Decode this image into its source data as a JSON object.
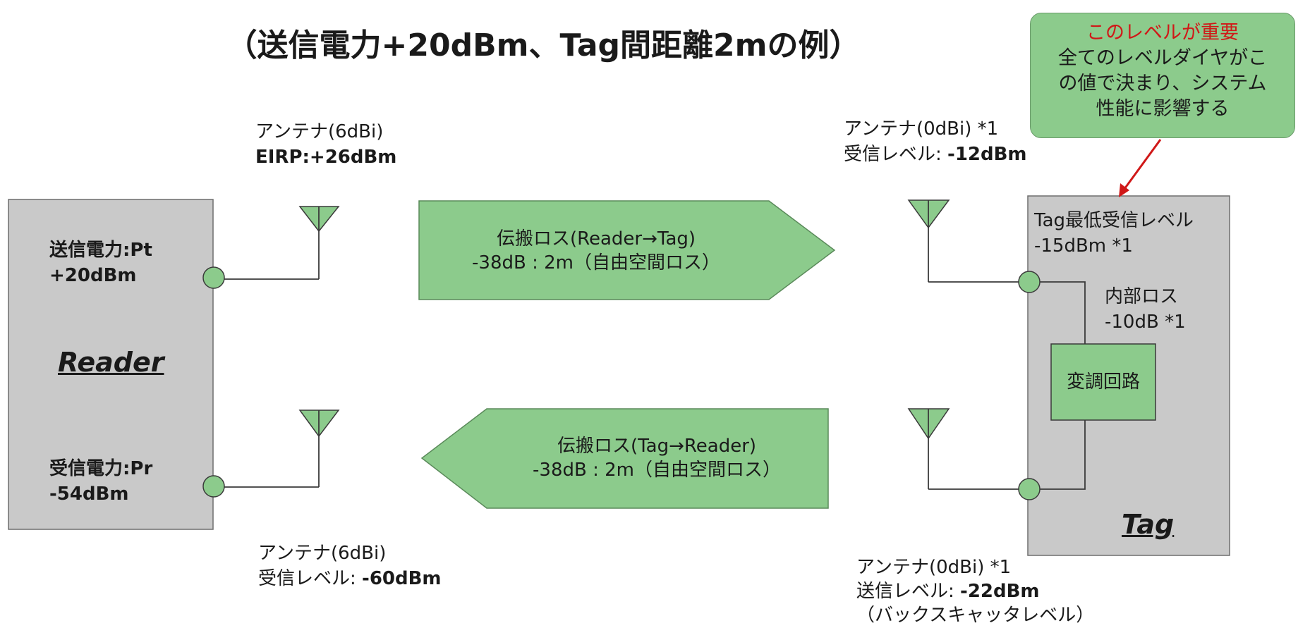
{
  "title": "（送信電力+20dBm、Tag間距離2mの例）",
  "callout": {
    "highlight": "このレベルが重要",
    "line1": "全てのレベルダイヤがこ",
    "line2": "の値で決まり、システム",
    "line3": "性能に影響する"
  },
  "reader": {
    "name": "Reader",
    "tx_power_label": "送信電力:Pt",
    "tx_power_value": "+20dBm",
    "rx_power_label": "受信電力:Pr",
    "rx_power_value": "-54dBm"
  },
  "reader_tx_antenna": {
    "label": "アンテナ(6dBi)",
    "eirp": "EIRP:+26dBm"
  },
  "reader_rx_antenna": {
    "label": "アンテナ(6dBi)",
    "level_label": "受信レベル: ",
    "level_value": "-60dBm"
  },
  "tag_rx_antenna": {
    "label": "アンテナ(0dBi) *1",
    "level_label": "受信レベル: ",
    "level_value": "-12dBm"
  },
  "tag_tx_antenna": {
    "label": "アンテナ(0dBi) *1",
    "level_label": "送信レベル: ",
    "level_value": "-22dBm",
    "note": "（バックスキャッタレベル）"
  },
  "forward_path": {
    "line1": "伝搬ロス(Reader→Tag)",
    "line2": "-38dB : 2m（自由空間ロス）"
  },
  "return_path": {
    "line1": "伝搬ロス(Tag→Reader)",
    "line2": "-38dB : 2m（自由空間ロス）"
  },
  "tag": {
    "name": "Tag",
    "min_level_label": "Tag最低受信レベル",
    "min_level_value": "-15dBm *1",
    "internal_loss_label": "内部ロス",
    "internal_loss_value": "-10dB *1",
    "modulator": "変調回路"
  },
  "colors": {
    "box_gray": "#c9c9c9",
    "arrow_green": "#8ccb8c",
    "callout_arrow": "#d01818"
  }
}
